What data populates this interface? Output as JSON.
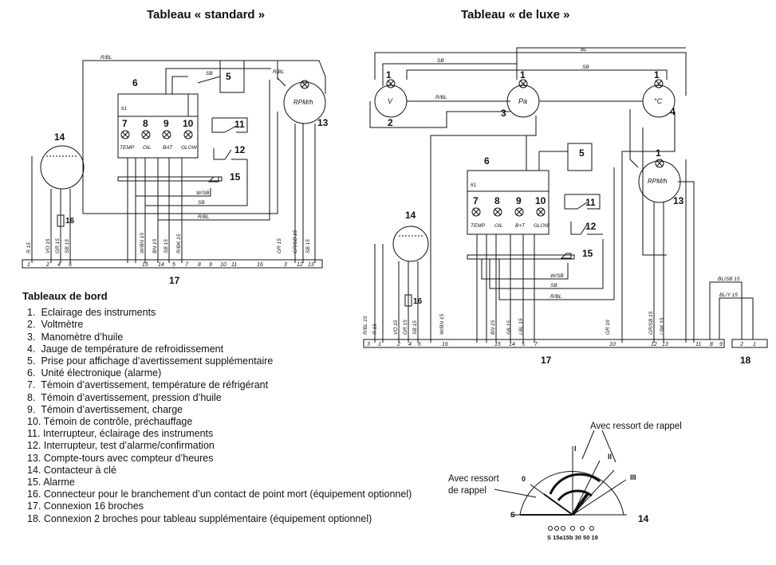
{
  "titles": {
    "standard": "Tableau « standard »",
    "deluxe": "Tableau « de luxe »"
  },
  "legend": {
    "heading": "Tableaux de bord",
    "items": [
      {
        "num": "1.",
        "text": "Eclairage des instruments"
      },
      {
        "num": "2.",
        "text": "Voltmètre"
      },
      {
        "num": "3.",
        "text": "Manomètre d’huile"
      },
      {
        "num": "4.",
        "text": "Jauge de température de refroidissement"
      },
      {
        "num": "5.",
        "text": "Prise pour affichage d’avertissement supplémentaire"
      },
      {
        "num": "6.",
        "text": "Unité électronique (alarme)"
      },
      {
        "num": "7.",
        "text": "Témoin d’avertissement, température de réfrigérant"
      },
      {
        "num": "8.",
        "text": "Témoin d’avertissement, pression d’huile"
      },
      {
        "num": "9.",
        "text": "Témoin d’avertissement, charge"
      },
      {
        "num": "10.",
        "text": "Témoin de contrôle, préchauffage"
      },
      {
        "num": "11.",
        "text": "Interrupteur, éclairage des instruments"
      },
      {
        "num": "12.",
        "text": "Interrupteur, test d’alarme/confirmation"
      },
      {
        "num": "13.",
        "text": "Compte-tours avec compteur d’heures"
      },
      {
        "num": "14.",
        "text": "Contacteur à clé"
      },
      {
        "num": "15.",
        "text": "Alarme"
      },
      {
        "num": "16.",
        "text": "Connecteur pour le branchement d’un contact de point mort (équipement optionnel)"
      },
      {
        "num": "17.",
        "text": "Connexion 16 broches"
      },
      {
        "num": "18.",
        "text": "Connexion 2 broches pour tableau supplémentaire (équipement optionnel)"
      }
    ]
  },
  "standard": {
    "lamp_labels": [
      "TEMP",
      "OIL",
      "BAT",
      "GLOW"
    ],
    "lamp_nums": [
      "7",
      "8",
      "9",
      "10"
    ],
    "callouts": {
      "c6": "6",
      "c5": "5",
      "c11": "11",
      "c12": "12",
      "c13": "13",
      "c14": "14",
      "c15": "15",
      "c16": "16",
      "c17": "17"
    },
    "unit_text": "61",
    "rpm_text": "RPM/h",
    "wires_top": [
      "R/BL",
      "SB",
      "R/BL"
    ],
    "wires_mid": [
      "W/SB",
      "SB",
      "R/BL"
    ],
    "bottom_wires": [
      "R 15",
      "VO 15",
      "GR 15",
      "SB 15",
      "W/BN 15",
      "BN 15",
      "SB 15",
      "R/BK 15",
      "GR 15",
      "GR/SB 15",
      "SB 15"
    ],
    "connector_pins": [
      "1",
      "2",
      "4",
      "6",
      "15",
      "14",
      "5",
      "7",
      "8",
      "9",
      "10",
      "11",
      "16",
      "3",
      "12",
      "13"
    ]
  },
  "deluxe": {
    "lamp_labels": [
      "TEMP",
      "OIL",
      "B+T",
      "GLOW"
    ],
    "lamp_nums": [
      "7",
      "8",
      "9",
      "10"
    ],
    "callouts": {
      "c1a": "1",
      "c1b": "1",
      "c1c": "1",
      "c1d": "1",
      "c2": "2",
      "c3": "3",
      "c4": "4",
      "c5": "5",
      "c6": "6",
      "c11": "11",
      "c12": "12",
      "c13": "13",
      "c14": "14",
      "c15": "15",
      "c16": "16",
      "c17": "17",
      "c18": "18"
    },
    "gauge_v": "V",
    "gauge_p": "Pa",
    "gauge_t": "°C",
    "unit_text": "61",
    "rpm_text": "RPM/h",
    "wires_top": [
      "BL",
      "SB",
      "SB",
      "R/BL"
    ],
    "wires_mid": [
      "W/SB",
      "SB",
      "R/BL"
    ],
    "bottom_wires": [
      "R/BL 15",
      "R 15",
      "VO 15",
      "GR 15",
      "SB 15",
      "W/BN 15",
      "BN 15",
      "SB 15",
      "LBL 15",
      "GR 16",
      "GR/SB 15",
      "LBK 15"
    ],
    "connector_pins": [
      "3",
      "1",
      "2",
      "4",
      "6",
      "16",
      "15",
      "14",
      "5",
      "7",
      "10",
      "12",
      "13",
      "11",
      "8",
      "9"
    ],
    "aux_pins": [
      "2",
      "1"
    ],
    "aux_wires": [
      "BL/SB 15",
      "BL/Y 15"
    ]
  },
  "key_switch": {
    "return_spring_top": "Avec ressort de rappel",
    "return_spring_left_line1": "Avec ressort",
    "return_spring_left_line2": "de rappel",
    "positions": [
      "0",
      "I",
      "II",
      "III",
      "S"
    ],
    "terminals": "S 15a15b 30 50 19",
    "callout": "14"
  }
}
